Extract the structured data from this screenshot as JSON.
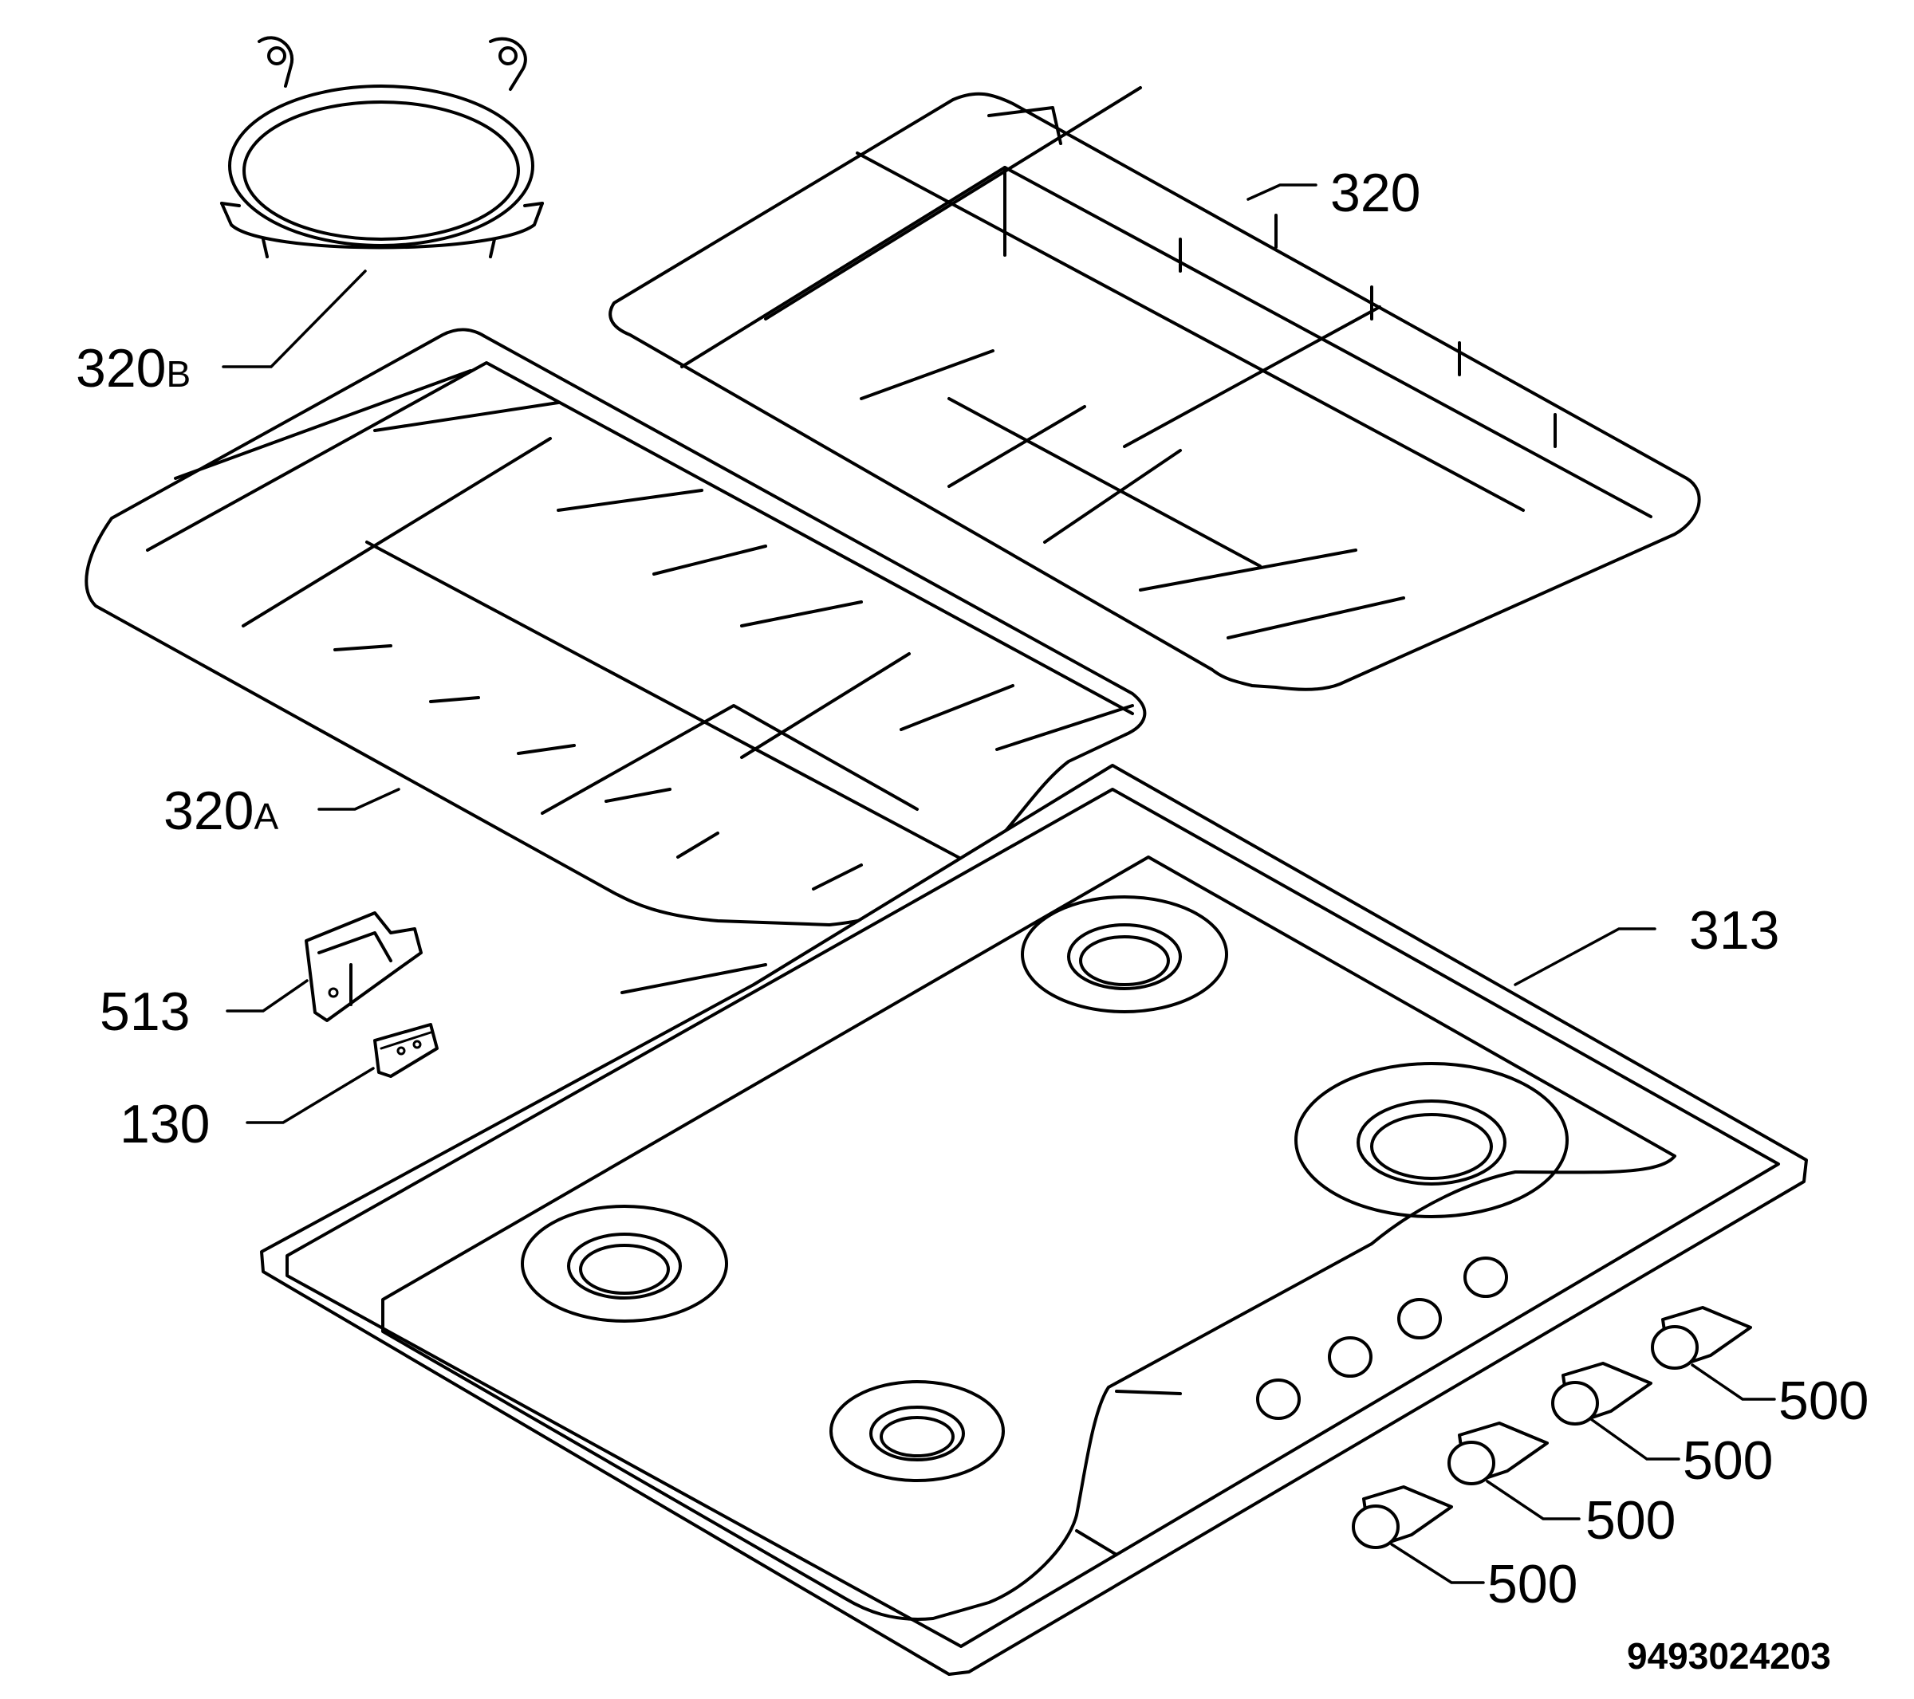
{
  "diagram": {
    "callouts": {
      "grid_right": "320",
      "wok_ring_num": "320",
      "wok_ring_suffix": "B",
      "grid_left_num": "320",
      "grid_left_suffix": "A",
      "hob_top": "313",
      "bracket": "513",
      "insert": "130",
      "knob_1": "500",
      "knob_2": "500",
      "knob_3": "500",
      "knob_4": "500"
    },
    "document_number": "9493024203"
  }
}
